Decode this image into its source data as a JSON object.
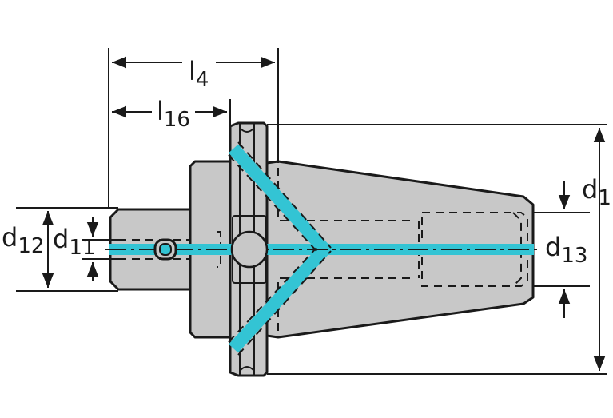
{
  "labels": {
    "l4": {
      "main": "l",
      "sub": "4"
    },
    "l16": {
      "main": "l",
      "sub": "16"
    },
    "d1": {
      "main": "d",
      "sub": "1"
    },
    "d12": {
      "main": "d",
      "sub": "12"
    },
    "d11": {
      "main": "d",
      "sub": "11"
    },
    "d13": {
      "main": "d",
      "sub": "13"
    }
  },
  "colors": {
    "body_fill": "#c8c8c8",
    "outline": "#1a1a1a",
    "coolant": "#33c4d4",
    "background": "#ffffff"
  }
}
